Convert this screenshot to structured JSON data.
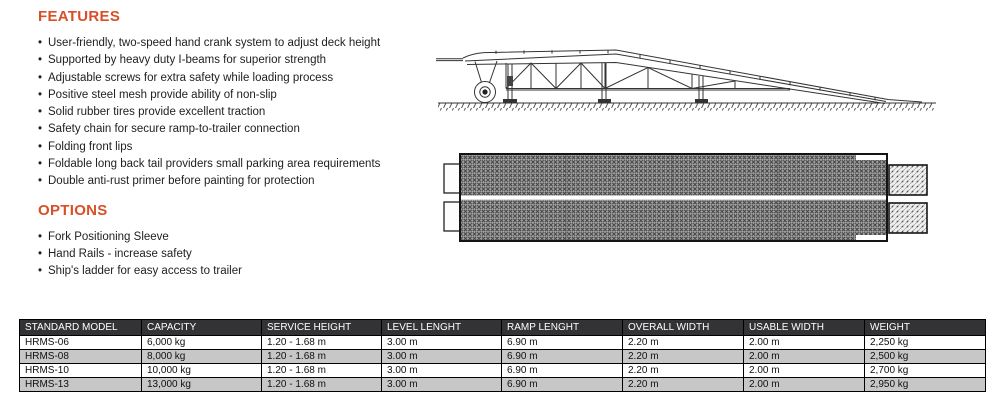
{
  "bullet": "•",
  "features": {
    "title": "FEATURES",
    "items": [
      "User-friendly, two-speed hand crank system to adjust deck height",
      "Supported by heavy duty I-beams for superior strength",
      "Adjustable screws for extra safety while loading process",
      "Positive steel mesh provide ability of non-slip",
      "Solid rubber tires provide excellent traction",
      "Safety chain for secure ramp-to-trailer connection",
      "Folding front lips",
      "Foldable long back tail providers small parking area requirements",
      "Double anti-rust primer before painting for protection"
    ]
  },
  "options": {
    "title": "OPTIONS",
    "items": [
      "Fork Positioning Sleeve",
      "Hand Rails - increase safety",
      "Ship's ladder for easy access to trailer"
    ]
  },
  "drawings": {
    "side_view": "yard-ramp-side-view-drawing",
    "top_view": "yard-ramp-top-view-drawing"
  },
  "colors": {
    "heading": "#d84f28",
    "table_header_bg": "#333336",
    "table_header_text": "#ffffff",
    "row_alt_bg": "#c7c7c7",
    "border": "#000000",
    "text": "#1e1e1e"
  },
  "table": {
    "columns": [
      "STANDARD MODEL",
      "CAPACITY",
      "SERVICE HEIGHT",
      "LEVEL LENGHT",
      "RAMP LENGHT",
      "OVERALL WIDTH",
      "USABLE WIDTH",
      "WEIGHT"
    ],
    "rows": [
      [
        "HRMS-06",
        "6,000 kg",
        "1.20 - 1.68 m",
        "3.00 m",
        "6.90 m",
        "2.20 m",
        "2.00 m",
        "2,250 kg"
      ],
      [
        "HRMS-08",
        "8,000 kg",
        "1.20 - 1.68 m",
        "3.00 m",
        "6.90 m",
        "2.20 m",
        "2.00 m",
        "2,500 kg"
      ],
      [
        "HRMS-10",
        "10,000 kg",
        "1.20 - 1.68 m",
        "3.00 m",
        "6.90 m",
        "2.20 m",
        "2.00 m",
        "2,700 kg"
      ],
      [
        "HRMS-13",
        "13,000 kg",
        "1.20 - 1.68 m",
        "3.00 m",
        "6.90 m",
        "2.20 m",
        "2.00 m",
        "2,950 kg"
      ]
    ]
  }
}
